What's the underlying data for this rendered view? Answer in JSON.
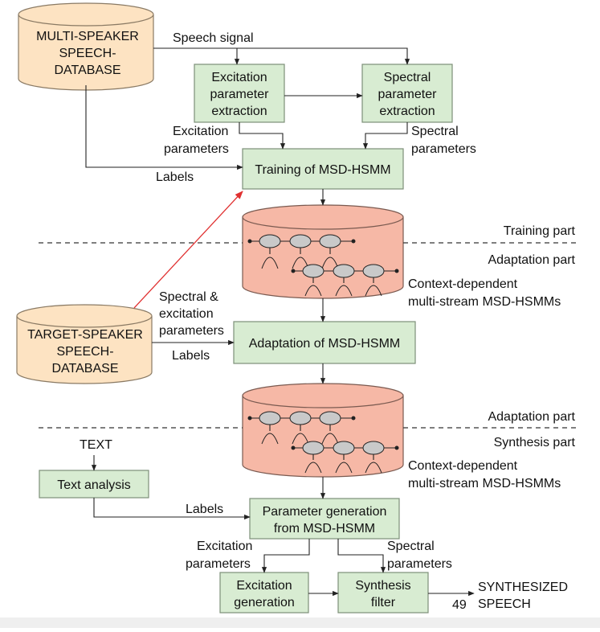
{
  "databases": {
    "multi_speaker": [
      "MULTI-SPEAKER",
      "SPEECH-",
      "DATABASE"
    ],
    "target_speaker": [
      "TARGET-SPEAKER",
      "SPEECH-",
      "DATABASE"
    ]
  },
  "boxes": {
    "excitation_extraction": [
      "Excitation",
      "parameter",
      "extraction"
    ],
    "spectral_extraction": [
      "Spectral",
      "parameter",
      "extraction"
    ],
    "training": "Training of MSD-HSMM",
    "adaptation": "Adaptation of MSD-HSMM",
    "text_analysis": "Text analysis",
    "parameter_generation": [
      "Parameter generation",
      "from MSD-HSMM"
    ],
    "excitation_generation": [
      "Excitation",
      "generation"
    ],
    "synthesis_filter": [
      "Synthesis",
      "filter"
    ]
  },
  "labels": {
    "speech_signal": "Speech signal",
    "excitation_parameters_1": [
      "Excitation",
      "parameters"
    ],
    "spectral_parameters_1": [
      "Spectral",
      "parameters"
    ],
    "labels_1": "Labels",
    "spectral_excitation": [
      "Spectral &",
      "excitation",
      "parameters"
    ],
    "labels_2": "Labels",
    "text": "TEXT",
    "labels_3": "Labels",
    "excitation_parameters_2": [
      "Excitation",
      "parameters"
    ],
    "spectral_parameters_2": [
      "Spectral",
      "parameters"
    ],
    "synthesized_speech": [
      "SYNTHESIZED",
      "SPEECH"
    ]
  },
  "parts": {
    "training_part": "Training part",
    "adaptation_part_1": "Adaptation part",
    "adaptation_part_2": "Adaptation part",
    "synthesis_part": "Synthesis part"
  },
  "models": {
    "model_1": [
      "Context-dependent",
      "multi-stream MSD-HSMMs"
    ],
    "model_2": [
      "Context-dependent",
      "multi-stream MSD-HSMMs"
    ]
  },
  "page_number": "49",
  "colors": {
    "database_fill": "#fde3c2",
    "database_stroke": "#8a7a64",
    "model_fill": "#f6b8a6",
    "model_stroke": "#7a5a50",
    "box_fill": "#d8ecd2",
    "box_stroke": "#7d8f78",
    "highlight_arrow": "#e03030"
  }
}
